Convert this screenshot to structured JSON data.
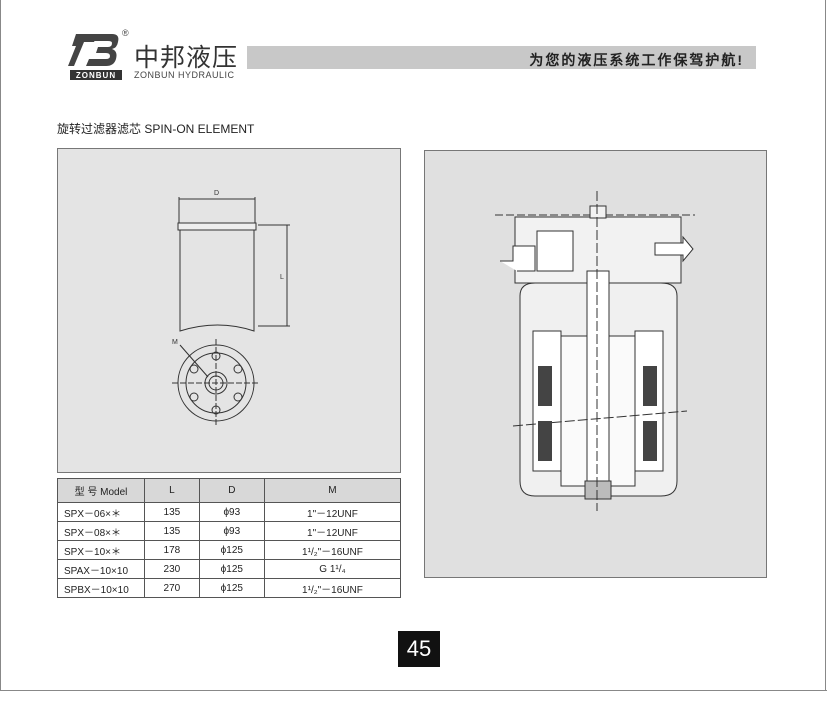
{
  "header": {
    "logo_mark": "ZB",
    "logo_word": "ZONBUN",
    "brand_cn": "中邦液压",
    "brand_en": "ZONBUN HYDRAULIC",
    "registered": "®",
    "slogan": "为您的液压系统工作保驾护航!"
  },
  "section_title": "旋转过滤器滤芯  SPIN-ON ELEMENT",
  "drawing": {
    "label_d": "D",
    "label_l": "L",
    "label_m": "M"
  },
  "table": {
    "headers": [
      "型 号 Model",
      "L",
      "D",
      "M"
    ],
    "rows": [
      [
        "SPX－06×＊",
        "135",
        "ϕ93",
        "1\"－12UNF"
      ],
      [
        "SPX－08×＊",
        "135",
        "ϕ93",
        "1\"－12UNF"
      ],
      [
        "SPX－10×＊",
        "178",
        "ϕ125",
        "1¹/₂\"－16UNF"
      ],
      [
        "SPAX－10×10",
        "230",
        "ϕ125",
        "G 1¹/₄"
      ],
      [
        "SPBX－10×10",
        "270",
        "ϕ125",
        "1¹/₂\"－16UNF"
      ]
    ]
  },
  "page_number": "45"
}
